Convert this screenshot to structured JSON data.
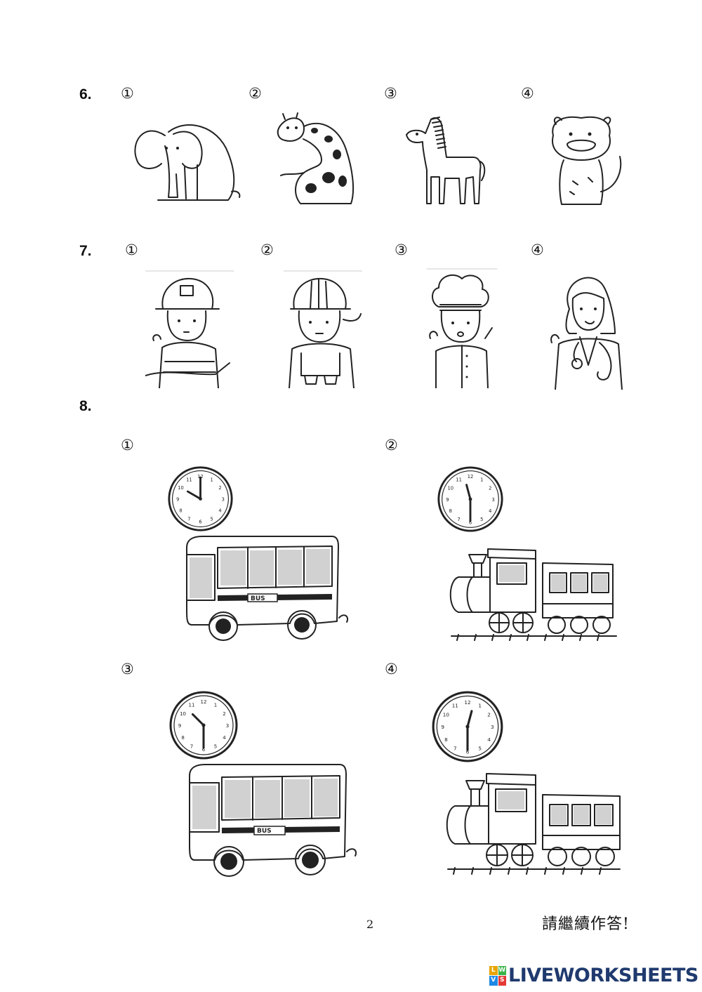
{
  "questions": [
    {
      "number": "6.",
      "options": [
        "①",
        "②",
        "③",
        "④"
      ],
      "icons": [
        "elephant-icon",
        "giraffe-icon",
        "zebra-icon",
        "tiger-icon"
      ]
    },
    {
      "number": "7.",
      "options": [
        "①",
        "②",
        "③",
        "④"
      ],
      "icons": [
        "firefighter-icon",
        "construction-worker-icon",
        "chef-icon",
        "doctor-icon"
      ]
    },
    {
      "number": "8.",
      "options": [
        "①",
        "②",
        "③",
        "④"
      ],
      "icons": [
        "bus-at-ten-oclock",
        "train-at-eleven-thirty",
        "bus-at-ten-thirty",
        "train-at-twelve-thirty"
      ]
    }
  ],
  "clock_numbers": [
    "12",
    "1",
    "2",
    "3",
    "4",
    "5",
    "6",
    "7",
    "8",
    "9",
    "10",
    "11"
  ],
  "bus_label": "BUS",
  "footer": {
    "page_number": "2",
    "continue_text": "請繼續作答!",
    "brand": "LIVEWORKSHEETS",
    "brand_logo_letters": [
      "L",
      "W",
      "V",
      "S"
    ]
  },
  "colors": {
    "brand_text": "#1f3a6e",
    "logo": [
      "#e8a400",
      "#3ab54a",
      "#1e88e5",
      "#e53935"
    ]
  }
}
